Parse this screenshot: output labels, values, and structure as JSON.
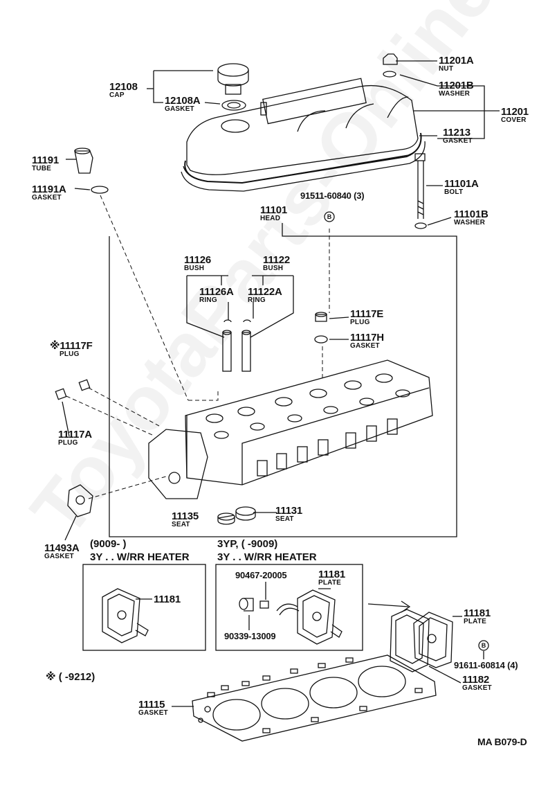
{
  "watermark": "ToyotaParts-Online.ru",
  "diagram_code": "MA B079-D",
  "callouts": [
    {
      "id": "c12108",
      "num": "12108",
      "name": "CAP"
    },
    {
      "id": "c12108a",
      "num": "12108A",
      "name": "GASKET"
    },
    {
      "id": "c11201a",
      "num": "11201A",
      "name": "NUT"
    },
    {
      "id": "c11201b",
      "num": "11201B",
      "name": "WASHER"
    },
    {
      "id": "c11201",
      "num": "11201",
      "name": "COVER"
    },
    {
      "id": "c11213",
      "num": "11213",
      "name": "GASKET"
    },
    {
      "id": "c11191",
      "num": "11191",
      "name": "TUBE"
    },
    {
      "id": "c11191a",
      "num": "11191A",
      "name": "GASKET"
    },
    {
      "id": "c11101a",
      "num": "11101A",
      "name": "BOLT"
    },
    {
      "id": "c91511",
      "num": "91511-60840 (3)",
      "name": ""
    },
    {
      "id": "c11101b",
      "num": "11101B",
      "name": "WASHER"
    },
    {
      "id": "c11101",
      "num": "11101",
      "name": "HEAD"
    },
    {
      "id": "c11126",
      "num": "11126",
      "name": "BUSH"
    },
    {
      "id": "c11122",
      "num": "11122",
      "name": "BUSH"
    },
    {
      "id": "c11126a",
      "num": "11126A",
      "name": "RING"
    },
    {
      "id": "c11122a",
      "num": "11122A",
      "name": "RING"
    },
    {
      "id": "c11117e",
      "num": "11117E",
      "name": "PLUG"
    },
    {
      "id": "c11117h",
      "num": "11117H",
      "name": "GASKET"
    },
    {
      "id": "c11117f",
      "num": "※11117F",
      "name": "PLUG"
    },
    {
      "id": "c11117a",
      "num": "11117A",
      "name": "PLUG"
    },
    {
      "id": "c11135",
      "num": "11135",
      "name": "SEAT"
    },
    {
      "id": "c11131",
      "num": "11131",
      "name": "SEAT"
    },
    {
      "id": "c11493a",
      "num": "11493A",
      "name": "GASKET"
    },
    {
      "id": "c11181l",
      "num": "11181",
      "name": ""
    },
    {
      "id": "c90467",
      "num": "90467-20005",
      "name": ""
    },
    {
      "id": "c11181m",
      "num": "11181",
      "name": "PLATE"
    },
    {
      "id": "c90339",
      "num": "90339-13009",
      "name": ""
    },
    {
      "id": "c11181r",
      "num": "11181",
      "name": "PLATE"
    },
    {
      "id": "c91611",
      "num": "91611-60814 (4)",
      "name": ""
    },
    {
      "id": "c11182",
      "num": "11182",
      "name": "GASKET"
    },
    {
      "id": "c11115",
      "num": "11115",
      "name": "GASKET"
    }
  ],
  "boxes": [
    {
      "id": "left",
      "line1": "(9009-        )",
      "line2": "3Y . . W/RR HEATER"
    },
    {
      "id": "mid",
      "line1": "3YP, (        -9009)",
      "line2": "3Y . . W/RR HEATER"
    }
  ],
  "footnote": "※ (        -9212)",
  "marker_letter": "B"
}
